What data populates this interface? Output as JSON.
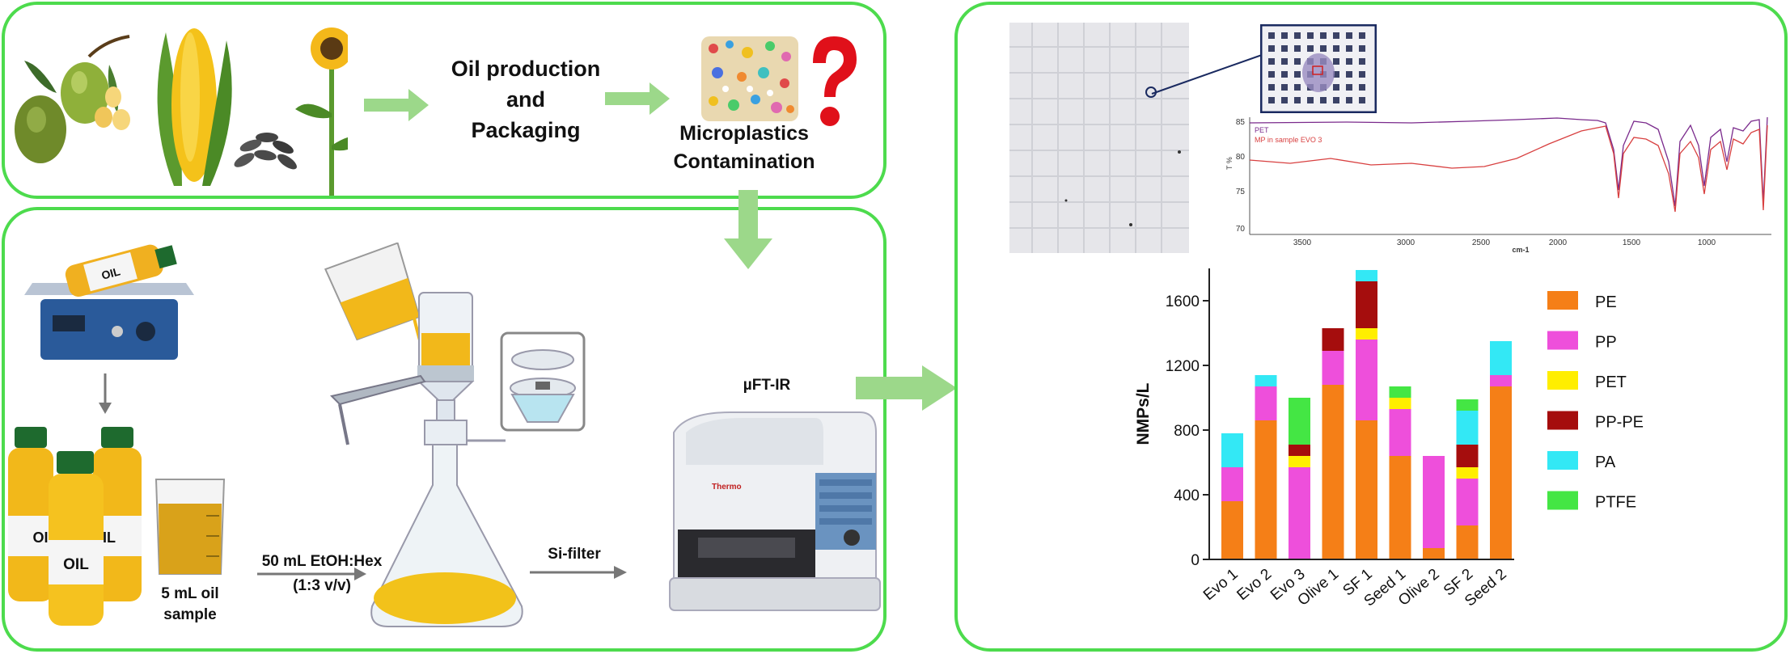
{
  "top_panel": {
    "step1": "Oil production",
    "step2": "and",
    "step3": "Packaging",
    "contam1": "Microplastics",
    "contam2": "Contamination"
  },
  "lower_panel": {
    "bottle_text": "OIL",
    "bottle_text_short": "OI",
    "bottle_text_tail": "IL",
    "sample_line1": "5 mL oil",
    "sample_line2": "sample",
    "solvent_line1": "50 mL EtOH:Hex",
    "solvent_line2": "(1:3 v/v)",
    "filter_label": "Si-filter",
    "instrument_label": "µFT-IR",
    "instrument_brand": "Thermo"
  },
  "spectrum": {
    "legend": [
      "PET",
      "MP in sample EVO 3"
    ],
    "ylabel": "T %",
    "xlabel": "cm-1",
    "yticks": [
      "85",
      "80",
      "75",
      "70"
    ],
    "xticks": [
      "3500",
      "3000",
      "2500",
      "2000",
      "1500",
      "1000"
    ],
    "colors": {
      "pet": "#7a2a8c",
      "sample": "#d84040"
    }
  },
  "colors": {
    "PE": "#f57f17",
    "PP": "#ee4fdb",
    "PET": "#ffee00",
    "PP-PE": "#a50d0d",
    "PA": "#33e8f5",
    "PTFE": "#44e644",
    "panel_border": "#4ddb4d",
    "arrow": "#9cd88a"
  },
  "chart_data": {
    "type": "bar",
    "stacked": true,
    "ylabel": "NMPs/L",
    "xlabel": "",
    "ylim": [
      0,
      1800
    ],
    "yticks": [
      0,
      400,
      800,
      1200,
      1600
    ],
    "categories": [
      "Evo 1",
      "Evo 2",
      "Evo 3",
      "Olive 1",
      "SF 1",
      "Seed 1",
      "Olive 2",
      "SF 2",
      "Seed 2"
    ],
    "legend_position": "right",
    "series": [
      {
        "name": "PE",
        "values": [
          360,
          860,
          0,
          1080,
          860,
          640,
          70,
          210,
          1070
        ]
      },
      {
        "name": "PP",
        "values": [
          210,
          210,
          570,
          210,
          500,
          290,
          570,
          290,
          70
        ]
      },
      {
        "name": "PET",
        "values": [
          0,
          0,
          70,
          0,
          70,
          70,
          0,
          70,
          0
        ]
      },
      {
        "name": "PP-PE",
        "values": [
          0,
          0,
          70,
          140,
          290,
          0,
          0,
          140,
          0
        ]
      },
      {
        "name": "PA",
        "values": [
          210,
          70,
          0,
          0,
          70,
          0,
          0,
          210,
          210
        ]
      },
      {
        "name": "PTFE",
        "values": [
          0,
          0,
          290,
          0,
          0,
          70,
          0,
          70,
          0
        ]
      }
    ]
  }
}
